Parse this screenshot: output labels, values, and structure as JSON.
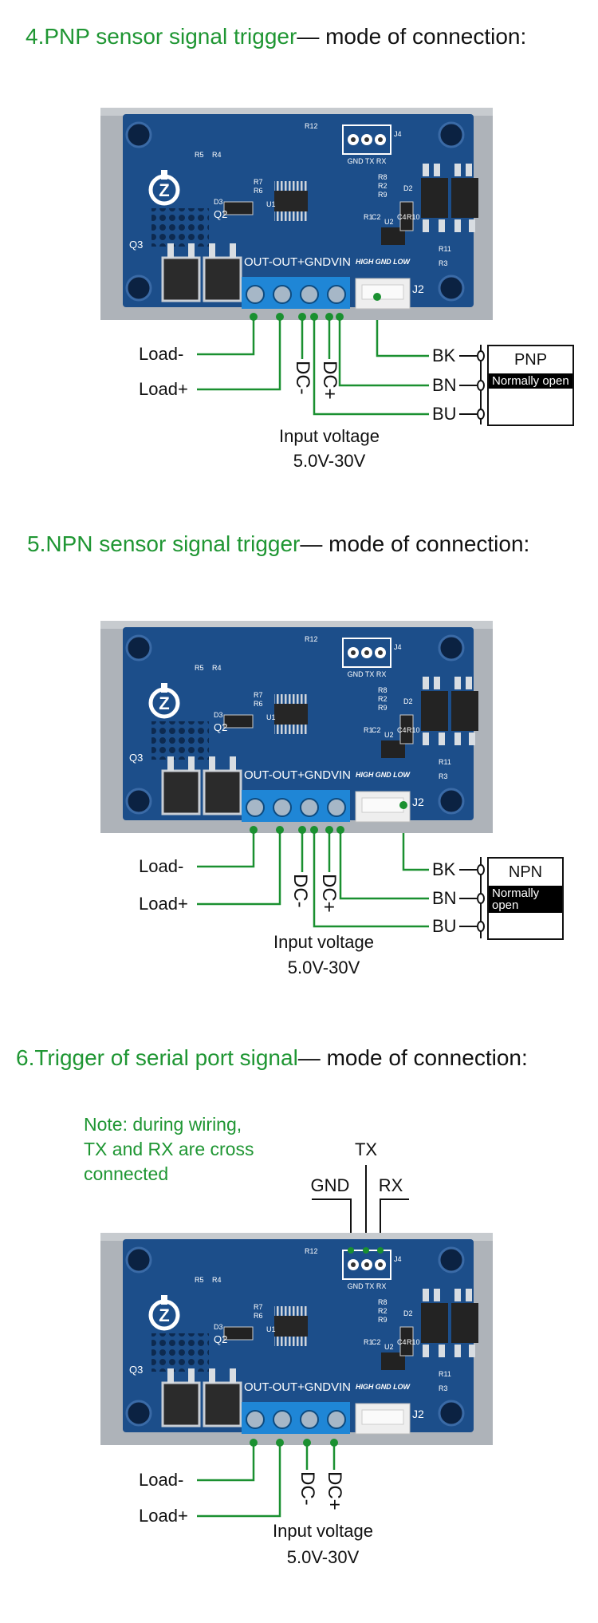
{
  "colors": {
    "accent_green": "#1f9633",
    "wire_green": "#1a9030",
    "pcb_blue": "#1c4e8a",
    "terminal_blue": "#1f86d6"
  },
  "board": {
    "terminal_labels": "OUT-OUT+GNDVIN",
    "input_labels": "HIGH GND LOW",
    "serial_labels": "GND TX RX",
    "silk": {
      "r12": "R12",
      "r5": "R5",
      "r4": "R4",
      "r7": "R7",
      "r6": "R6",
      "d3": "D3",
      "q2": "Q2",
      "q3": "Q3",
      "u1": "U1",
      "u2": "U2",
      "r8": "R8",
      "r2": "R2",
      "r9": "R9",
      "r1": "R1",
      "c2": "C2",
      "c4": "C4",
      "r10": "R10",
      "d2": "D2",
      "r11": "R11",
      "r3": "R3",
      "j4": "J4",
      "j2": "J2"
    }
  },
  "sections": [
    {
      "title_green": "4.PNP sensor signal trigger",
      "title_black": "— mode of connection:",
      "load_minus": "Load-",
      "load_plus": "Load+",
      "dc_minus": "DC-",
      "dc_plus": "DC+",
      "bk": "BK",
      "bn": "BN",
      "bu": "BU",
      "sensor_type": "PNP",
      "sensor_mode": "Normally open",
      "input_voltage": "Input voltage",
      "voltage_range": "5.0V-30V"
    },
    {
      "title_green": "5.NPN sensor signal trigger",
      "title_black": "— mode of connection:",
      "load_minus": "Load-",
      "load_plus": "Load+",
      "dc_minus": "DC-",
      "dc_plus": "DC+",
      "bk": "BK",
      "bn": "BN",
      "bu": "BU",
      "sensor_type": "NPN",
      "sensor_mode": "Normally open",
      "input_voltage": "Input voltage",
      "voltage_range": "5.0V-30V"
    },
    {
      "title_green": "6.Trigger of serial port signal",
      "title_black": "— mode of connection:",
      "note_lines": [
        "Note: during wiring,",
        "TX and RX are cross",
        "connected"
      ],
      "gnd": "GND",
      "tx": "TX",
      "rx": "RX",
      "load_minus": "Load-",
      "load_plus": "Load+",
      "dc_minus": "DC-",
      "dc_plus": "DC+",
      "input_voltage": "Input voltage",
      "voltage_range": "5.0V-30V"
    }
  ]
}
